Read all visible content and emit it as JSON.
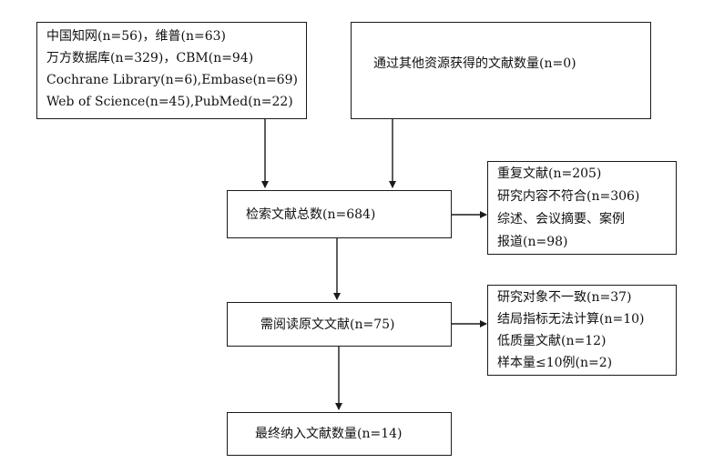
{
  "sources_box": {
    "lines": [
      "中国知网(n=56)，维普(n=63)",
      "万方数据库(n=329)，CBM(n=94)",
      "Cochrane Library(n=6),Embase(n=69)",
      "Web of Science(n=45),PubMed(n=22)"
    ]
  },
  "other_sources_box": {
    "text": "通过其他资源获得的文献数量(n=0)"
  },
  "total_box": {
    "text": "检索文献总数(n=684)"
  },
  "exclusion1_box": {
    "lines": [
      "重复文献(n=205)",
      "研究内容不符合(n=306)",
      "综述、会议摘要、案例",
      "报道(n=98)"
    ]
  },
  "fulltext_box": {
    "text": "需阅读原文文献(n=75)"
  },
  "exclusion2_box": {
    "lines": [
      "研究对象不一致(n=37)",
      "结局指标无法计算(n=10)",
      "低质量文献(n=12)",
      "样本量≤10例(n=2)"
    ]
  },
  "final_box": {
    "text": "最终纳入文献数量(n=14)"
  }
}
